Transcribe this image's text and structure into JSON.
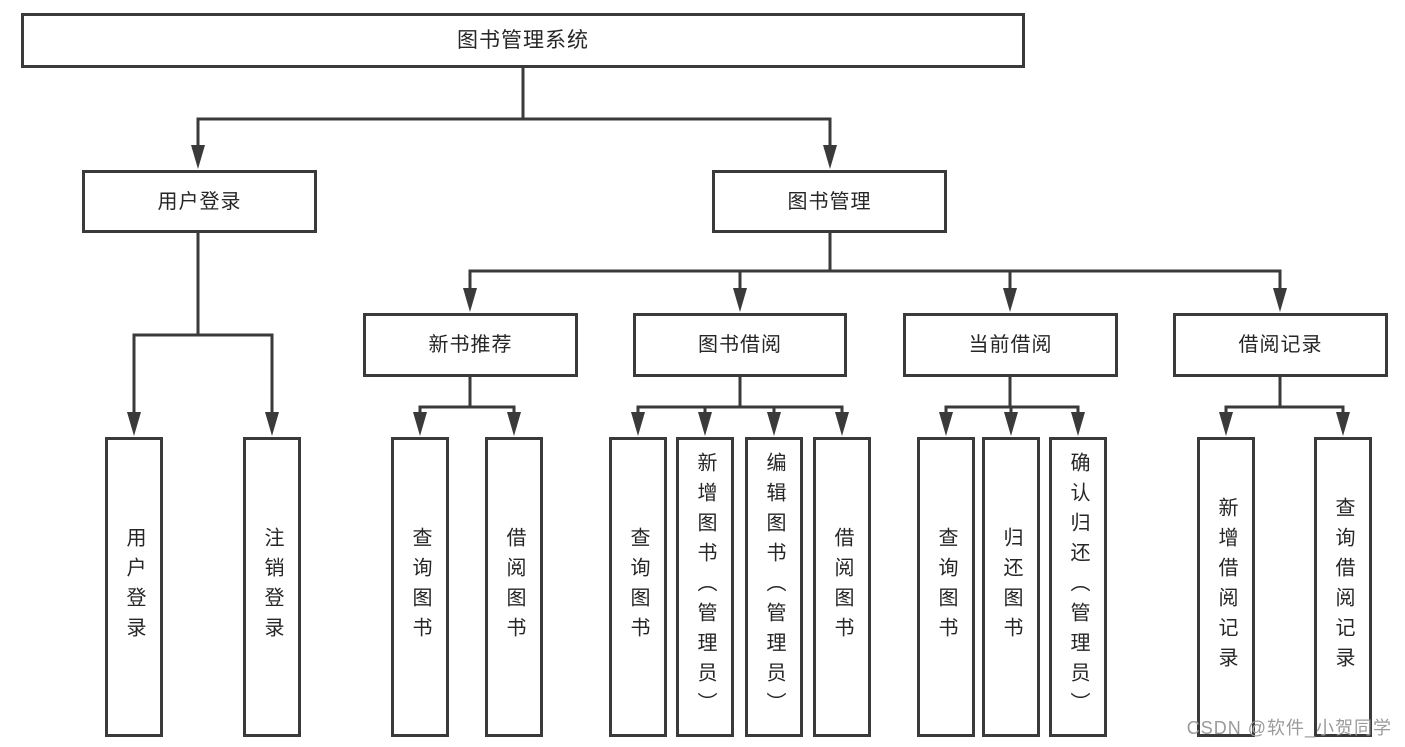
{
  "tree": {
    "root": {
      "label": "图书管理系统"
    },
    "children": [
      {
        "label": "用户登录",
        "children": [
          {
            "label": "用户登录"
          },
          {
            "label": "注销登录"
          }
        ]
      },
      {
        "label": "图书管理",
        "children": [
          {
            "label": "新书推荐",
            "children": [
              {
                "label": "查询图书"
              },
              {
                "label": "借阅图书"
              }
            ]
          },
          {
            "label": "图书借阅",
            "children": [
              {
                "label": "查询图书"
              },
              {
                "label": "新增图书（管理员）"
              },
              {
                "label": "编辑图书（管理员）"
              },
              {
                "label": "借阅图书"
              }
            ]
          },
          {
            "label": "当前借阅",
            "children": [
              {
                "label": "查询图书"
              },
              {
                "label": "归还图书"
              },
              {
                "label": "确认归还（管理员）"
              }
            ]
          },
          {
            "label": "借阅记录",
            "children": [
              {
                "label": "新增借阅记录"
              },
              {
                "label": "查询借阅记录"
              }
            ]
          }
        ]
      }
    ]
  },
  "watermark": {
    "text": "CSDN @软件_小贺同学"
  },
  "colors": {
    "line": "#3a3a3a",
    "text": "#262626",
    "background": "#ffffff",
    "watermark": "#9b9b9b"
  }
}
